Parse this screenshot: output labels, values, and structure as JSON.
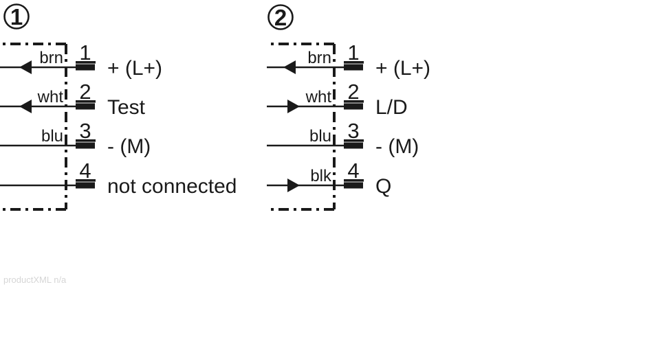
{
  "footer": {
    "note": "productXML n/a"
  },
  "colors": {
    "ink": "#1a1a1a",
    "watermark_gray": "#d6d6d6",
    "background": "#ffffff"
  },
  "diagram1": {
    "label": "1",
    "wires": [
      {
        "color": "brn",
        "pin": "1",
        "function": "+ (L+)",
        "arrow": "left"
      },
      {
        "color": "wht",
        "pin": "2",
        "function": "Test",
        "arrow": "left"
      },
      {
        "color": "blu",
        "pin": "3",
        "function": "- (M)",
        "arrow": "none"
      },
      {
        "color": "",
        "pin": "4",
        "function": "not connected",
        "arrow": "none"
      }
    ]
  },
  "diagram2": {
    "label": "2",
    "wires": [
      {
        "color": "brn",
        "pin": "1",
        "function": "+ (L+)",
        "arrow": "left"
      },
      {
        "color": "wht",
        "pin": "2",
        "function": "L/D",
        "arrow": "right"
      },
      {
        "color": "blu",
        "pin": "3",
        "function": "- (M)",
        "arrow": "none"
      },
      {
        "color": "blk",
        "pin": "4",
        "function": "Q",
        "arrow": "right"
      }
    ]
  }
}
